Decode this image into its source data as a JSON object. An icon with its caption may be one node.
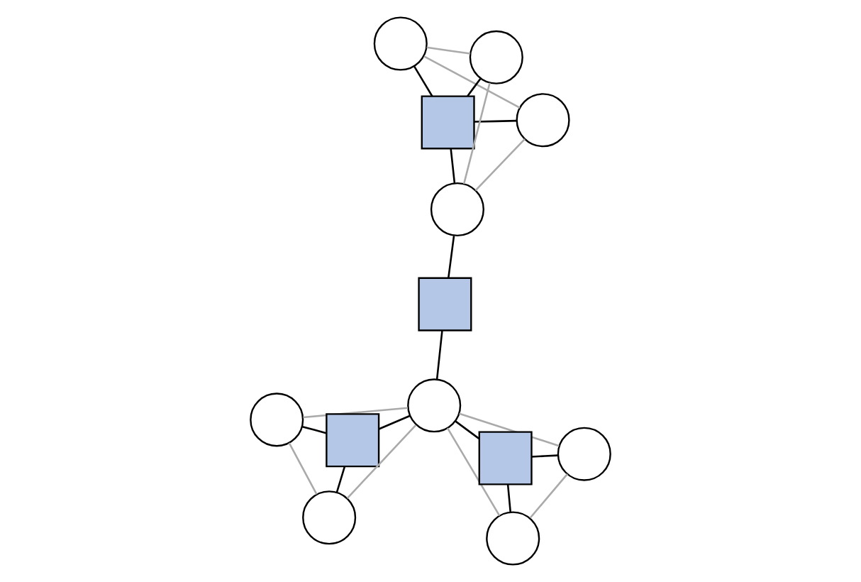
{
  "diagram": {
    "nodes": [
      {
        "text": [],
        "shape": "circle"
      },
      {
        "text": [],
        "shape": "circle"
      },
      {
        "text": [],
        "shape": "box"
      },
      {
        "text": [],
        "shape": "circle"
      },
      {
        "text": [],
        "shape": "box"
      },
      {
        "text": [],
        "shape": "circle"
      },
      {
        "text": [],
        "shape": "box"
      },
      {
        "text": [],
        "shape": "circle"
      },
      {
        "text": [],
        "shape": "circle"
      },
      {
        "text": [],
        "shape": "circle"
      },
      {
        "text": [],
        "shape": "box"
      },
      {
        "text": [],
        "shape": "circle"
      },
      {
        "text": [],
        "shape": "circle"
      }
    ],
    "edges": [
      {
        "from": 4,
        "to": 1,
        "arrow": "none"
      },
      {
        "from": 4,
        "to": 3,
        "arrow": "none"
      },
      {
        "from": 4,
        "to": 5,
        "arrow": "none"
      },
      {
        "from": 4,
        "to": 9,
        "arrow": "none"
      },
      {
        "from": 1,
        "to": 3,
        "arrow": "none",
        "color": "#aaaaaa"
      },
      {
        "from": 3,
        "to": 9,
        "arrow": "none",
        "color": "#aaaaaa"
      },
      {
        "from": 9,
        "to": 5,
        "arrow": "none",
        "color": "#aaaaaa"
      },
      {
        "from": 5,
        "to": 1,
        "arrow": "none",
        "color": "#aaaaaa"
      },
      {
        "from": 5,
        "to": 6,
        "arrow": "none"
      },
      {
        "from": 6,
        "to": 7,
        "arrow": "none"
      },
      {
        "from": 2,
        "to": 0,
        "arrow": "none"
      },
      {
        "from": 2,
        "to": 7,
        "arrow": "none"
      },
      {
        "from": 2,
        "to": 8,
        "arrow": "none"
      },
      {
        "from": 0,
        "to": 7,
        "arrow": "none",
        "color": "#aaaaaa"
      },
      {
        "from": 0,
        "to": 8,
        "arrow": "none",
        "color": "#aaaaaa"
      },
      {
        "from": 7,
        "to": 8,
        "arrow": "none",
        "color": "#aaaaaa"
      },
      {
        "from": 10,
        "to": 7,
        "arrow": "none"
      },
      {
        "from": 10,
        "to": 11,
        "arrow": "none"
      },
      {
        "from": 10,
        "to": 12,
        "arrow": "none"
      },
      {
        "from": 7,
        "to": 11,
        "arrow": "none",
        "color": "#aaaaaa"
      },
      {
        "from": 7,
        "to": 12,
        "arrow": "none",
        "color": "#aaaaaa"
      },
      {
        "from": 11,
        "to": 12,
        "arrow": "none",
        "color": "#aaaaaa"
      }
    ]
  }
}
